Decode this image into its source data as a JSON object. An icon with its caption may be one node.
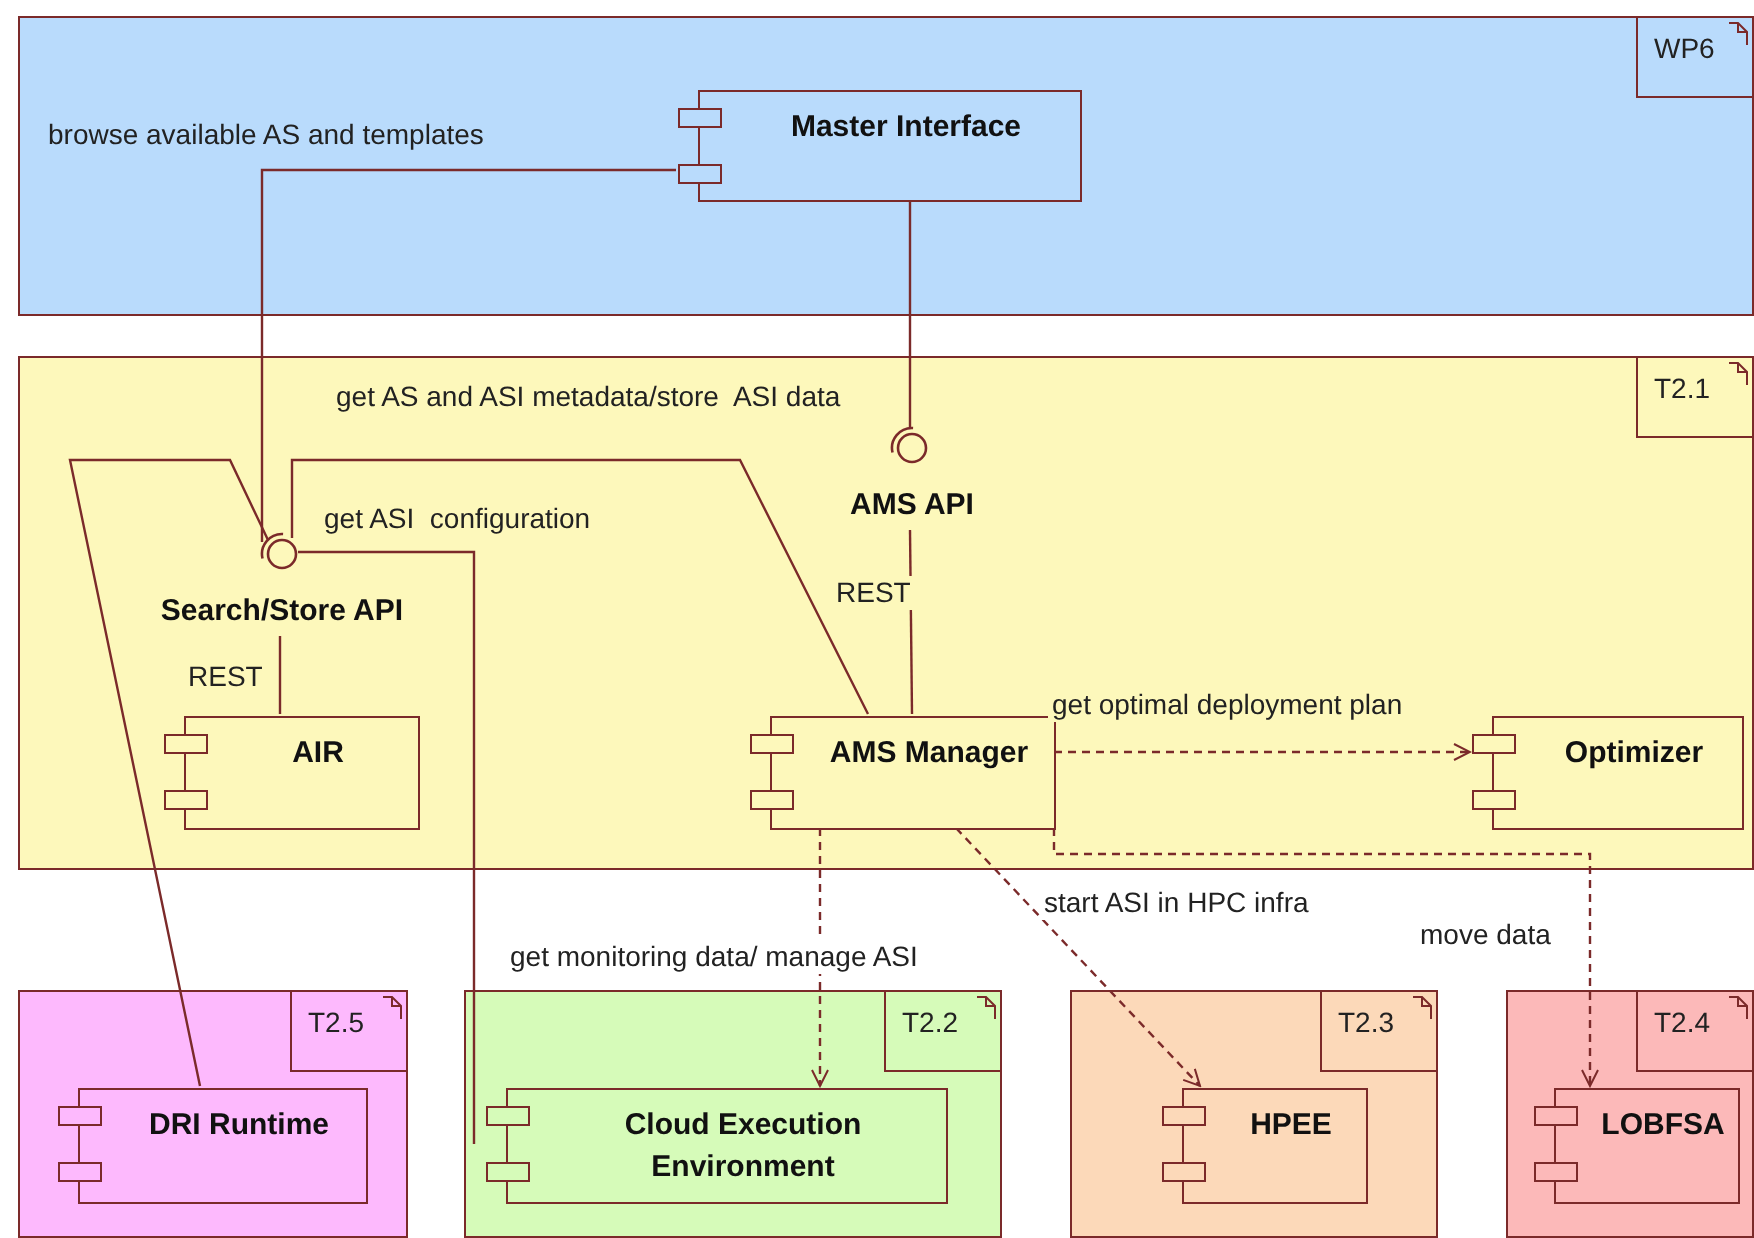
{
  "diagram": {
    "nodes": [
      {
        "text": [
          "WP6"
        ]
      },
      {
        "text": [
          "Master Interface"
        ],
        "in": 0
      },
      {
        "text": [
          "T2.1"
        ]
      },
      {
        "text": [
          "Search/Store API"
        ],
        "in": 2
      },
      {
        "text": [
          "AMS API"
        ],
        "in": 2
      },
      {
        "text": [
          "AIR"
        ],
        "in": 2
      },
      {
        "text": [
          "AMS Manager"
        ],
        "in": 2
      },
      {
        "text": [
          "Optimizer"
        ],
        "in": 2
      },
      {
        "text": [
          "T2.5"
        ]
      },
      {
        "text": [
          "DRI Runtime"
        ],
        "in": 8
      },
      {
        "text": [
          "T2.2"
        ]
      },
      {
        "text": [
          "Cloud Execution Environment"
        ],
        "in": 10
      },
      {
        "text": [
          "T2.3"
        ]
      },
      {
        "text": [
          "HPEE"
        ],
        "in": 12
      },
      {
        "text": [
          "T2.4"
        ]
      },
      {
        "text": [
          "LOBFSA"
        ],
        "in": 14
      }
    ],
    "edges": [
      {
        "from": 1,
        "to": 3,
        "arrow": "none",
        "label": "browse available AS and templates"
      },
      {
        "from": 1,
        "to": 4,
        "arrow": "none"
      },
      {
        "from": 6,
        "to": 3,
        "arrow": "none",
        "label": "get AS and ASI metadata/store  ASI data"
      },
      {
        "from": 5,
        "to": 3,
        "arrow": "none",
        "label": "REST"
      },
      {
        "from": 9,
        "to": 3,
        "arrow": "none"
      },
      {
        "from": 11,
        "to": 3,
        "arrow": "none",
        "label": "get ASI  configuration"
      },
      {
        "from": 6,
        "to": 7,
        "arrow": "to",
        "style": "dashed",
        "label": "get optimal deployment plan"
      },
      {
        "from": 6,
        "to": 11,
        "arrow": "to",
        "style": "dashed",
        "label": "get monitoring data/ manage ASI"
      },
      {
        "from": 6,
        "to": 13,
        "arrow": "to",
        "style": "dashed",
        "label": "start ASI in HPC infra"
      },
      {
        "from": 6,
        "to": 15,
        "arrow": "to",
        "style": "dashed",
        "label": "move data"
      },
      {
        "from": 6,
        "to": 4,
        "arrow": "none",
        "label": "REST"
      }
    ]
  }
}
